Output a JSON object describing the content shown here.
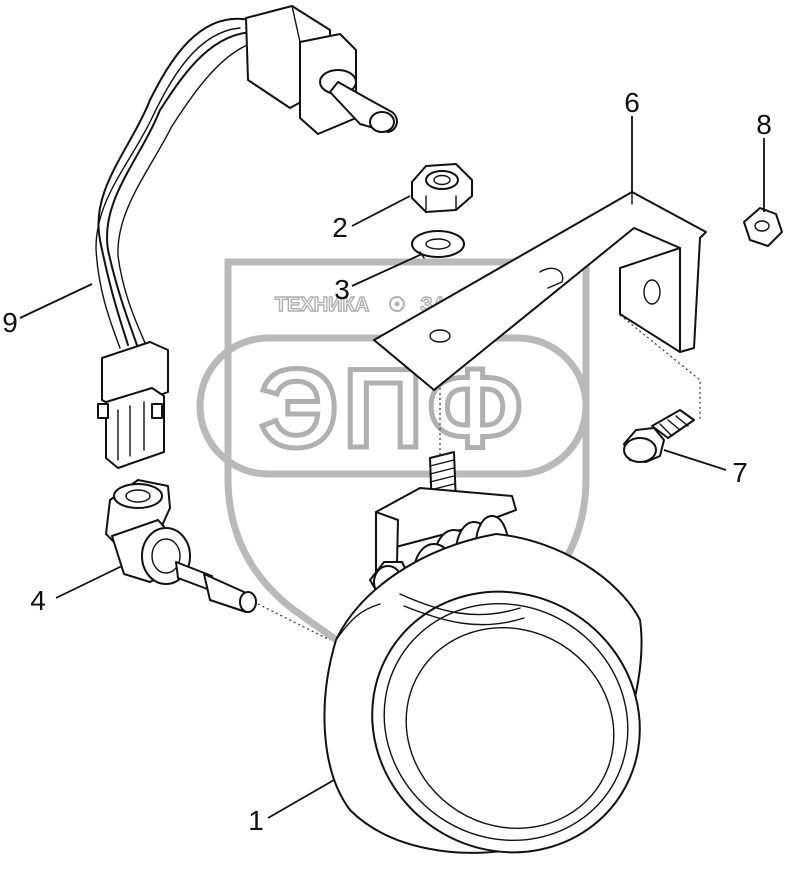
{
  "watermark": {
    "brand": "ЭПФ",
    "left_word": "ТЕХНИКА",
    "right_word": "ЗАПЧАСТИ"
  },
  "callouts": {
    "lamp": "1",
    "nut": "2",
    "washer": "3",
    "bulb": "4",
    "bracket": "6",
    "bolt": "7",
    "flange_nut": "8",
    "harness": "9"
  }
}
